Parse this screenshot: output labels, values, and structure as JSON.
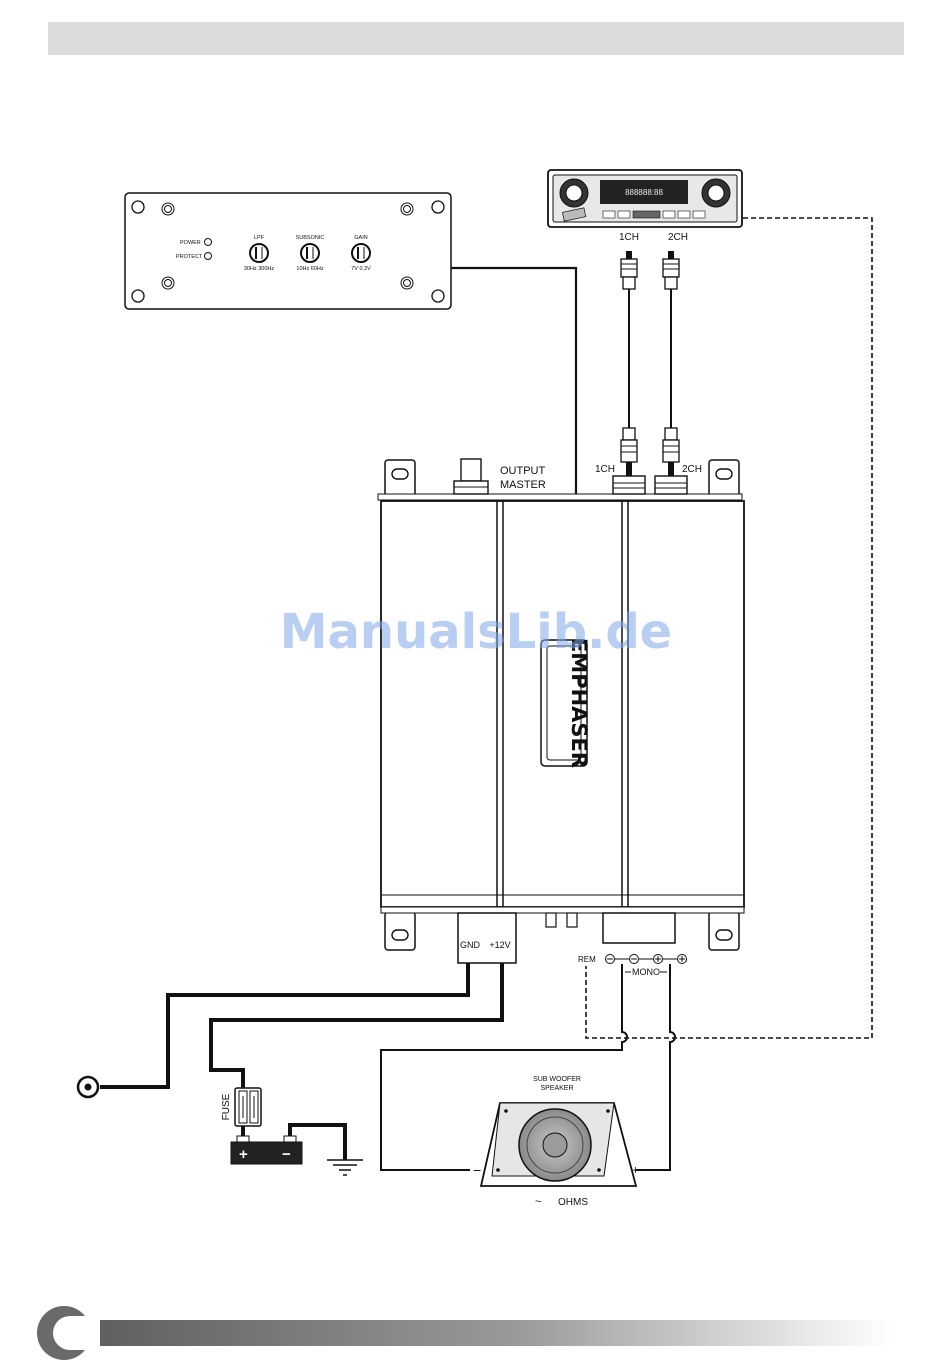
{
  "remote_panel": {
    "power_label": "POWER",
    "protect_label": "PROTECT",
    "lpf_label": "LPF",
    "lpf_range": "30Hz  300Hz",
    "subsonic_label": "SUBSONIC",
    "subsonic_range": "10Hz    60Hz",
    "gain_label": "GAIN",
    "gain_range": "7V   0.3V"
  },
  "head_unit": {
    "display_text": "888888:88",
    "ch1_label": "1CH",
    "ch2_label": "2CH"
  },
  "amplifier": {
    "output_master_label_1": "OUTPUT",
    "output_master_label_2": "MASTER",
    "ch1_input_label": "1CH",
    "ch2_input_label": "2CH",
    "brand_logo": "EMPHASER",
    "gnd_label": "GND",
    "plus12v_label": "+12V",
    "rem_label": "REM",
    "mono_label": "MONO"
  },
  "fuse_label": "FUSE",
  "battery": {
    "plus": "+",
    "minus": "−"
  },
  "subwoofer": {
    "title_1": "SUB WOOFER",
    "title_2": "SPEAKER",
    "minus": "−",
    "plus": "+",
    "tilde": "~",
    "ohms": "OHMS"
  },
  "watermark": "ManualsLib.de"
}
